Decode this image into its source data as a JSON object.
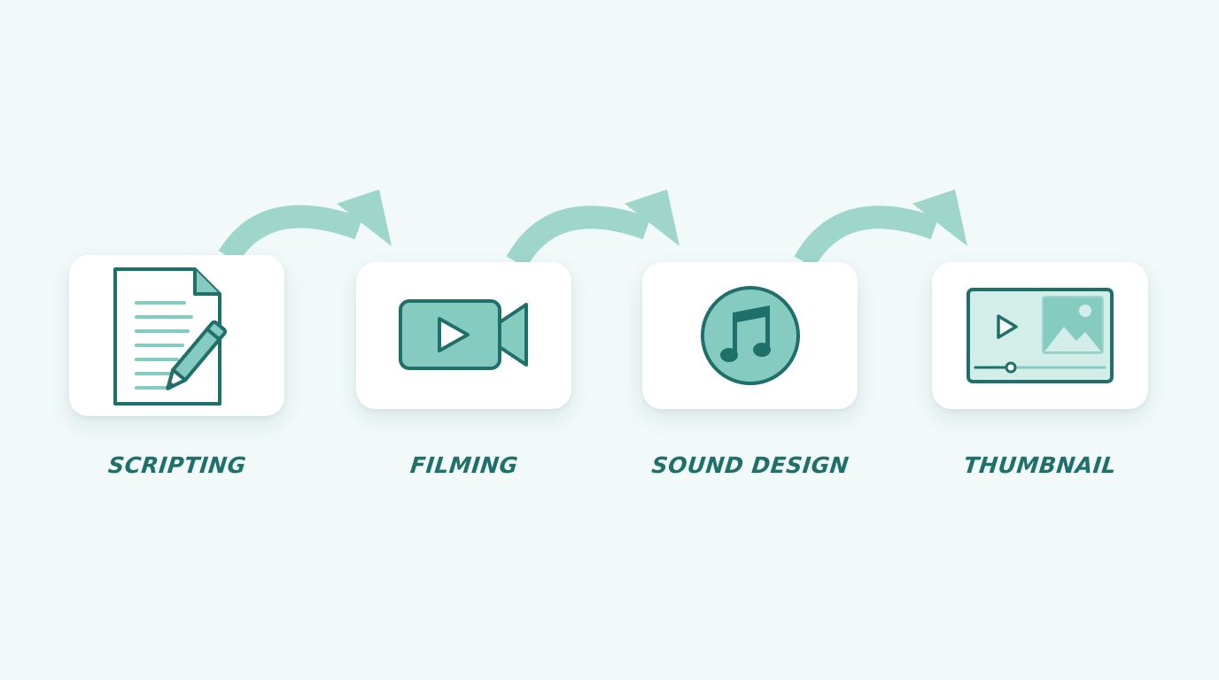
{
  "colors": {
    "background": "#f1f9f9",
    "arrow": "#9fd6cc",
    "icon_stroke": "#1f6f6b",
    "icon_fill": "#86cbc0",
    "label": "#1f6f6b"
  },
  "steps": [
    {
      "label": "SCRIPTING",
      "icon": "document-pencil-icon"
    },
    {
      "label": "FILMING",
      "icon": "video-camera-icon"
    },
    {
      "label": "SOUND DESIGN",
      "icon": "music-note-icon"
    },
    {
      "label": "THUMBNAIL",
      "icon": "video-thumbnail-icon"
    }
  ]
}
